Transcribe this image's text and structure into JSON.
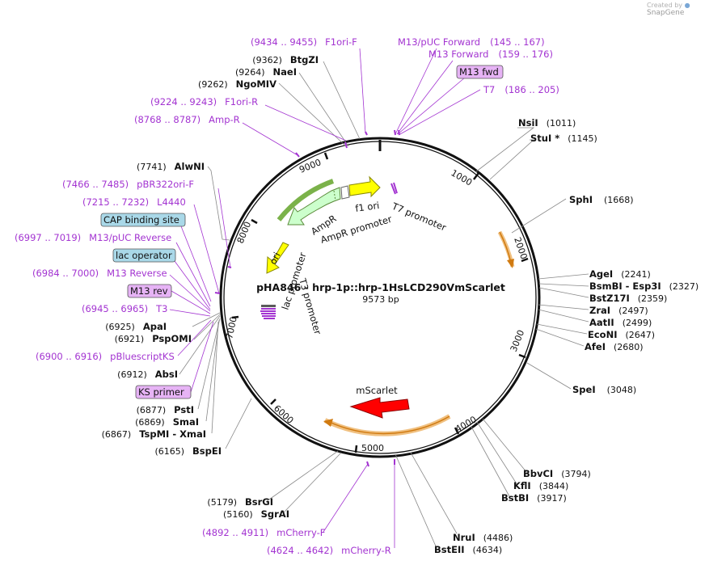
{
  "credit": {
    "prefix": "Created by",
    "brand": "SnapGene"
  },
  "plasmid": {
    "name": "pHA846 - hrp-1p::hrp-1HsLCD290VmScarlet",
    "size_label": "9573 bp",
    "length": 9573
  },
  "ticks": [
    "1000",
    "2000",
    "3000",
    "4000",
    "5000",
    "6000",
    "7000",
    "8000",
    "9000"
  ],
  "sites": [
    {
      "name": "NsiI",
      "pos": "(1011)"
    },
    {
      "name": "StuI *",
      "pos": "(1145)"
    },
    {
      "name": "SphI",
      "pos": "(1668)"
    },
    {
      "name": "AgeI",
      "pos": "(2241)"
    },
    {
      "name": "BsmBI - Esp3I",
      "pos": "(2327)"
    },
    {
      "name": "BstZ17I",
      "pos": "(2359)"
    },
    {
      "name": "ZraI",
      "pos": "(2497)"
    },
    {
      "name": "AatII",
      "pos": "(2499)"
    },
    {
      "name": "EcoNI",
      "pos": "(2647)"
    },
    {
      "name": "AfeI",
      "pos": "(2680)"
    },
    {
      "name": "SpeI",
      "pos": "(3048)"
    },
    {
      "name": "BbvCI",
      "pos": "(3794)"
    },
    {
      "name": "KflI",
      "pos": "(3844)"
    },
    {
      "name": "BstBI",
      "pos": "(3917)"
    },
    {
      "name": "NruI",
      "pos": "(4486)"
    },
    {
      "name": "BstEII",
      "pos": "(4634)"
    },
    {
      "name": "BsrGI",
      "pos": "(5179)"
    },
    {
      "name": "SgrAI",
      "pos": "(5160)"
    },
    {
      "name": "BspEI",
      "pos": "(6165)"
    },
    {
      "name": "TspMI - XmaI",
      "pos": "(6867)"
    },
    {
      "name": "SmaI",
      "pos": "(6869)"
    },
    {
      "name": "PstI",
      "pos": "(6877)"
    },
    {
      "name": "AbsI",
      "pos": "(6912)"
    },
    {
      "name": "PspOMI",
      "pos": "(6921)"
    },
    {
      "name": "ApaI",
      "pos": "(6925)"
    },
    {
      "name": "AlwNI",
      "pos": "(7741)"
    },
    {
      "name": "NgoMIV",
      "pos": "(9262)"
    },
    {
      "name": "NaeI",
      "pos": "(9264)"
    },
    {
      "name": "BtgZI",
      "pos": "(9362)"
    }
  ],
  "primers": [
    {
      "name": "F1ori-F",
      "range": "(9434 .. 9455)"
    },
    {
      "name": "M13/pUC Forward",
      "range": "(145 .. 167)"
    },
    {
      "name": "M13 Forward",
      "range": "(159 .. 176)"
    },
    {
      "name": "M13 fwd",
      "range": ""
    },
    {
      "name": "T7",
      "range": "(186 .. 205)"
    },
    {
      "name": "F1ori-R",
      "range": "(9224 .. 9243)"
    },
    {
      "name": "Amp-R",
      "range": "(8768 .. 8787)"
    },
    {
      "name": "pBR322ori-F",
      "range": "(7466 .. 7485)"
    },
    {
      "name": "L4440",
      "range": "(7215 .. 7232)"
    },
    {
      "name": "CAP binding site",
      "range": ""
    },
    {
      "name": "M13/pUC Reverse",
      "range": "(6997 .. 7019)"
    },
    {
      "name": "lac operator",
      "range": ""
    },
    {
      "name": "M13 Reverse",
      "range": "(6984 .. 7000)"
    },
    {
      "name": "M13 rev",
      "range": ""
    },
    {
      "name": "T3",
      "range": "(6945 .. 6965)"
    },
    {
      "name": "pBluescriptKS",
      "range": "(6900 .. 6916)"
    },
    {
      "name": "KS primer",
      "range": ""
    },
    {
      "name": "mCherry-F",
      "range": "(4892 .. 4911)"
    },
    {
      "name": "mCherry-R",
      "range": "(4624 .. 4642)"
    }
  ],
  "features": {
    "mscarlet": "mScarlet",
    "ampr": "AmpR",
    "ampr_promoter": "AmpR promoter",
    "f1_ori": "f1 ori",
    "t7_promoter": "T7 promoter",
    "ori": "ori",
    "lac_promoter": "lac promoter",
    "t3_promoter": "T3 promoter"
  },
  "colors": {
    "primer": "#a334d1",
    "backbone": "#111111",
    "ampr_fill": "#ccffcc",
    "f1ori_fill": "#ffff00",
    "ori_fill": "#ffff00",
    "mscarlet_fill": "#ff0000",
    "highlight_orange": "#f0c080",
    "highlight_green": "#7bb24a",
    "box_purple": "#e6b3f5",
    "box_blue": "#a9d8e8"
  }
}
